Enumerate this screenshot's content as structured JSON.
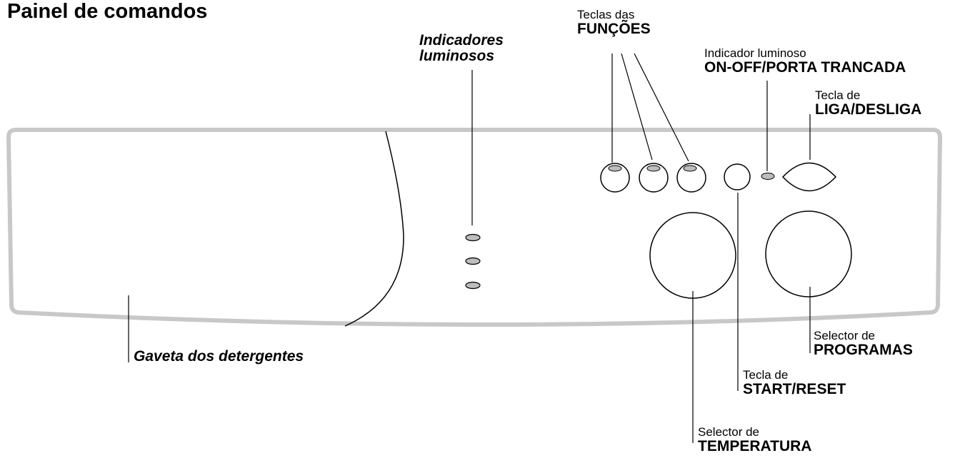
{
  "title": "Painel de comandos",
  "labels": {
    "indicators": {
      "line1": "Indicadores",
      "line2": "luminosos"
    },
    "function_keys": {
      "small": "Teclas das",
      "big": "FUNÇÕES"
    },
    "onoff_indicator": {
      "small": "Indicador luminoso",
      "big": "ON-OFF/PORTA TRANCADA"
    },
    "power_key": {
      "small": "Tecla de",
      "big": "LIGA/DESLIGA"
    },
    "program_selector": {
      "small": "Selector de",
      "big": "PROGRAMAS"
    },
    "start_key": {
      "small": "Tecla de",
      "big": "START/RESET"
    },
    "temperature_selector": {
      "small": "Selector de",
      "big": "TEMPERATURA"
    },
    "detergent_drawer": "Gaveta dos detergentes"
  },
  "colors": {
    "panel_outline": "#c8c8c8",
    "indicator_fill": "#bdbdbd",
    "line": "#000000"
  }
}
